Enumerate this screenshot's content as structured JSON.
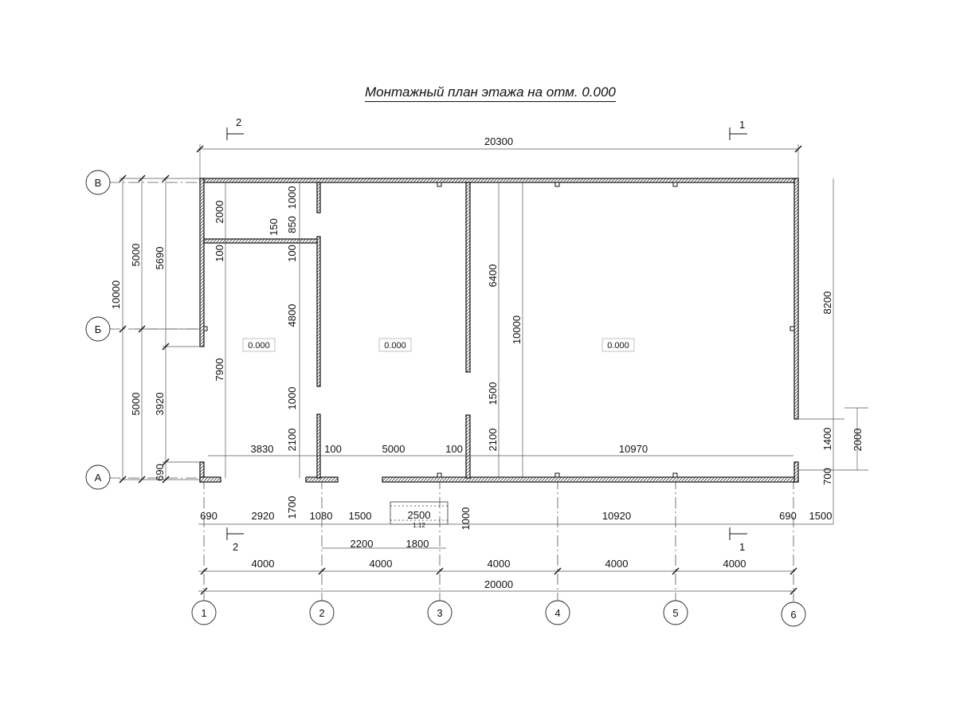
{
  "title": "Монтажный план этажа на отм. 0.000",
  "axes": {
    "letters": [
      "В",
      "Б",
      "А"
    ],
    "numbers": [
      "1",
      "2",
      "3",
      "4",
      "5",
      "6"
    ]
  },
  "section_marks": [
    "2",
    "1",
    "2",
    "1"
  ],
  "levels": [
    "0.000",
    "0.000",
    "0.000"
  ],
  "ramp_slope": "1:12",
  "dimensions": {
    "overall_top": "20300",
    "overall_bottom": "20000",
    "bays": [
      "4000",
      "4000",
      "4000",
      "4000",
      "4000"
    ],
    "row_lower": [
      "690",
      "2920",
      "1080",
      "1500",
      "2500",
      "10920",
      "690",
      "1500"
    ],
    "ramp": [
      "2200",
      "1800",
      "1700",
      "1000"
    ],
    "inner_bottom": [
      "3830",
      "100",
      "5000",
      "100",
      "10970"
    ],
    "left_outer": [
      "10000",
      "5000",
      "5000"
    ],
    "left_inner": [
      "5690",
      "3920",
      "690"
    ],
    "room_vertical": [
      "2000",
      "100",
      "7900",
      "150",
      "850",
      "1000",
      "100",
      "4800",
      "1000",
      "2100",
      "6400",
      "10000",
      "1500",
      "2100"
    ],
    "right": [
      "8200",
      "1400",
      "700",
      "2000"
    ]
  }
}
